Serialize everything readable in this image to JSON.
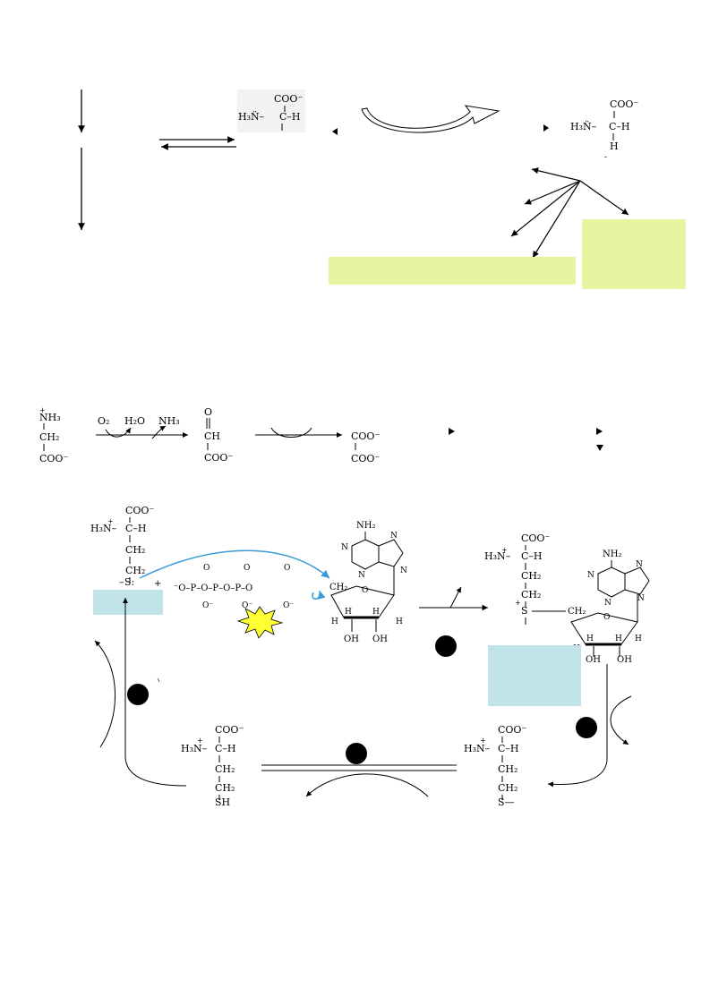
{
  "colors": {
    "highlight_green": "#e6f5a0",
    "highlight_blue": "#bfe3e6",
    "arrow_blue": "#3a9ad9",
    "star_yellow": "#ffff33",
    "ink": "#000000"
  },
  "text": {
    "coo_minus": "COO⁻",
    "h3n_plus": "H₃N̈–",
    "h3n_plus_2": "H₃N̈–",
    "h3n_top": "H₃N–",
    "h": "H",
    "c_h": "C–H",
    "c_h_2": "C–H",
    "minus": "-",
    "plus": "+",
    "nh3_plus": "NH₃",
    "ch2": "CH₂",
    "ch": "CH",
    "o": "O",
    "coo": "COO⁻",
    "o2": "O₂",
    "h2o": "H₂O",
    "nh3": "NH₃",
    "nh2": "NH₂",
    "n": "N",
    "oh": "OH",
    "sh": "SH",
    "s_minus": "S—",
    "s_colon": "S:",
    "s_plus": "S",
    "triphosphate": "⁻O–P–O–P–O–P–O",
    "p_o": "O",
    "p_ominus": "O⁻"
  }
}
